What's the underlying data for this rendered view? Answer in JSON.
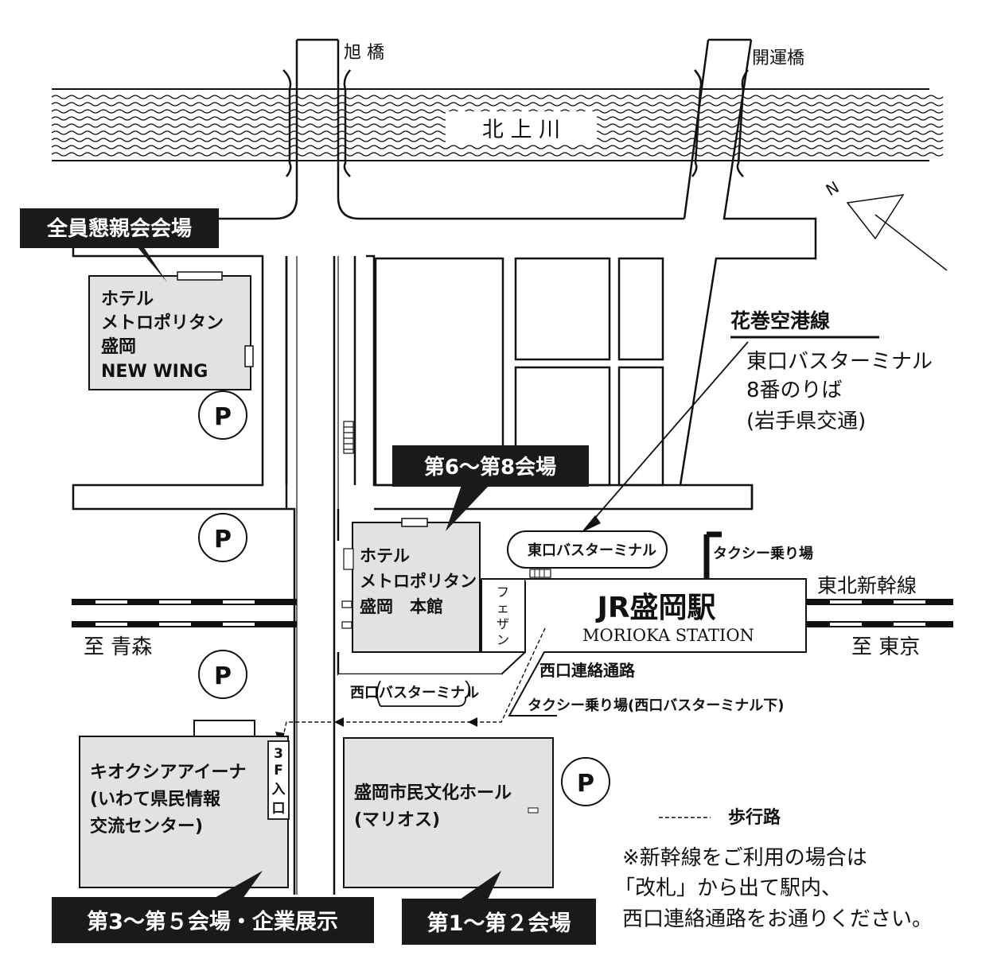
{
  "river": {
    "name": "北 上 川"
  },
  "bridges": {
    "asahi": "旭 橋",
    "kaiun": "開運橋"
  },
  "north": "N",
  "venues": {
    "new_wing": {
      "tag": "全員懇親会会場",
      "lines": [
        "ホテル",
        "メトロポリタン",
        "盛岡",
        "NEW WING"
      ]
    },
    "honkan": {
      "tag": "第6〜第8会場",
      "lines": [
        "ホテル",
        "メトロポリタン",
        "盛岡　本館"
      ]
    },
    "kiokushia": {
      "tag": "第3〜第５会場・企業展示",
      "lines": [
        "キオクシアアイーナ",
        "(いわて県民情報",
        " 交流センター)"
      ],
      "entrance": [
        "3",
        "F",
        "入",
        "口"
      ]
    },
    "marios": {
      "tag": "第1〜第２会場",
      "lines": [
        "盛岡市民文化ホール",
        "(マリオス)"
      ]
    }
  },
  "station": {
    "name": "JR盛岡駅",
    "roman": "MORIOKA STATION",
    "fezan": [
      "フ",
      "ェ",
      "ザ",
      "ン"
    ]
  },
  "bus": {
    "east_terminal": "東口バスターミナル",
    "west_terminal": "西口バスターミナル",
    "airport_line": "花巻空港線",
    "airport_info": [
      "東口バスターミナル",
      "8番のりば",
      "(岩手県交通)"
    ]
  },
  "taxi": {
    "east": "タクシー乗り場",
    "west": "タクシー乗り場(西口バスターミナル下)"
  },
  "passage": "西口連絡通路",
  "rail": {
    "shinkansen": "東北新幹線",
    "to_aomori": "至 青森",
    "to_tokyo": "至 東京"
  },
  "parking": "P",
  "legend": {
    "walkway": "歩行路"
  },
  "note": [
    "※新幹線をご利用の場合は",
    "「改札」から出て駅内、",
    "西口連絡通路をお通りください。"
  ],
  "colors": {
    "venue_fill": "#e2e2e2",
    "tag_bg": "#1a1a1a",
    "tag_text": "#ffffff"
  }
}
